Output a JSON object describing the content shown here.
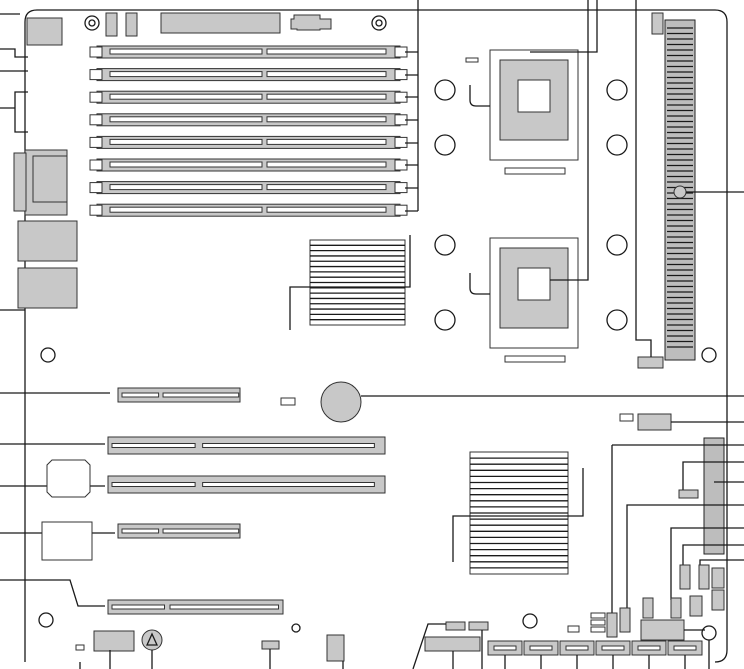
{
  "diagram": {
    "subject": "server-motherboard-component-layout",
    "colors": {
      "component_fill": "#c8c8c8",
      "outline": "#1a1a1a",
      "background": "#ffffff"
    },
    "counts": {
      "dimm_slots": 8,
      "cpu_sockets": 2,
      "expansion_slots": 5,
      "sata_ports": 6
    }
  }
}
